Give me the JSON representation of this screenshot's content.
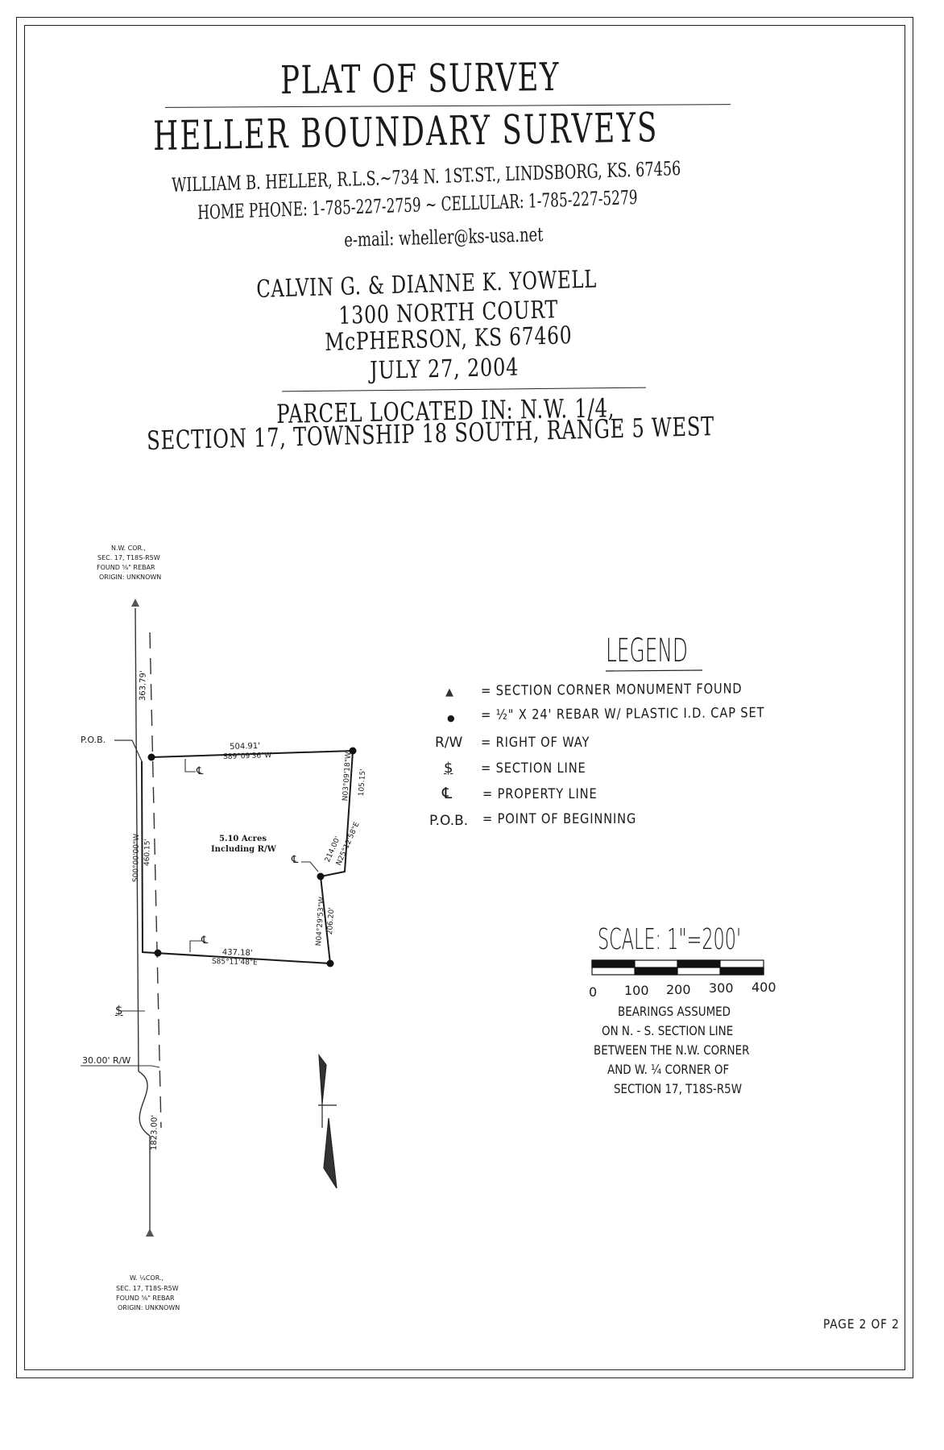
{
  "header": {
    "title": "PLAT OF SURVEY",
    "company": "HELLER BOUNDARY SURVEYS",
    "address_line": "WILLIAM B. HELLER, R.L.S.~734 N. 1ST.ST., LINDSBORG, KS. 67456",
    "phone_line": "HOME PHONE: 1-785-227-2759 ~ CELLULAR: 1-785-227-5279",
    "email_line": "e-mail: wheller@ks-usa.net"
  },
  "client": {
    "names": "CALVIN G. & DIANNE K. YOWELL",
    "street": "1300 NORTH COURT",
    "city": "McPHERSON, KS 67460",
    "date": "JULY 27, 2004"
  },
  "parcel": {
    "line1": "PARCEL LOCATED IN: N.W. 1/4,",
    "line2": "SECTION 17, TOWNSHIP 18 SOUTH, RANGE 5 WEST"
  },
  "plat": {
    "nw_corner": [
      "N.W. COR.,",
      "SEC. 17, T18S-R5W",
      "FOUND ⅝\" REBAR",
      "ORIGIN: UNKNOWN"
    ],
    "w_quarter_corner": [
      "W. ¼COR.,",
      "SEC. 17, T18S-R5W",
      "FOUND ⅝\" REBAR",
      "ORIGIN: UNKNOWN"
    ],
    "dist_top": "363.79'",
    "pob": "P.O.B.",
    "north_line_dist": "504.91'",
    "north_line_bearing": "S89°09'36\"W",
    "east_upper_bearing": "N03°09'18\"W",
    "east_upper_dist": "105.15'",
    "diag_dist": "214.00'",
    "diag_bearing": "N25°12'58\"E",
    "east_lower_bearing": "N04°29'53\"W",
    "east_lower_dist": "206.20'",
    "south_line_dist": "437.18'",
    "south_line_bearing": "S85°11'48\"E",
    "west_line_bearing": "S00°00'00\"W",
    "west_line_dist": "460.15'",
    "area_line1": "5.10 Acres",
    "area_line2": "Including R/W",
    "pl_symbol": "℄",
    "sl_symbol": "$",
    "row_label": "30.00' R/W",
    "dist_bottom": "1823.00'"
  },
  "legend": {
    "title": "LEGEND",
    "items": [
      {
        "symbol": "▲",
        "text": "= SECTION CORNER MONUMENT FOUND"
      },
      {
        "symbol": "●",
        "text": "= ½\" X 24' REBAR W/ PLASTIC I.D. CAP SET"
      },
      {
        "symbol": "R/W",
        "text": "= RIGHT OF WAY"
      },
      {
        "symbol": "$",
        "text": "= SECTION LINE"
      },
      {
        "symbol": "℄",
        "text": "= PROPERTY LINE"
      },
      {
        "symbol": "P.O.B.",
        "text": "= POINT OF BEGINNING"
      }
    ]
  },
  "scale": {
    "title": "SCALE: 1\"=200'",
    "labels": [
      "0",
      "100",
      "200",
      "300",
      "400"
    ],
    "note": [
      "BEARINGS ASSUMED",
      "ON N. - S. SECTION LINE",
      "BETWEEN THE N.W. CORNER",
      "AND W. ¼ CORNER OF",
      "SECTION 17, T18S-R5W"
    ]
  },
  "footer": {
    "page": "PAGE 2 OF 2"
  }
}
